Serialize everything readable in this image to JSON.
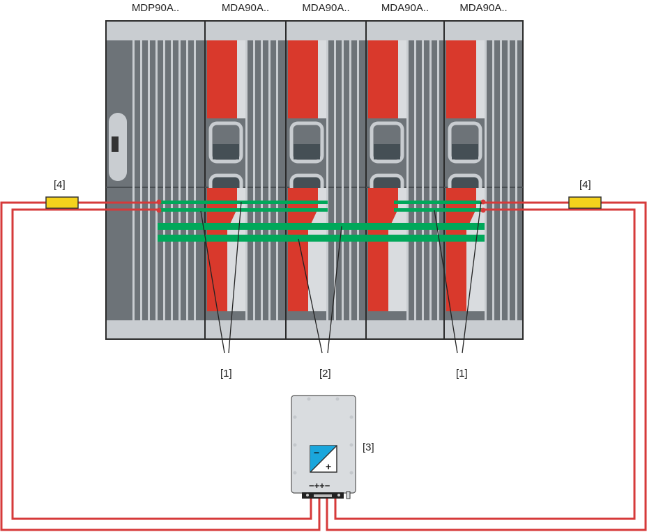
{
  "modules": [
    {
      "name": "MDP90A..",
      "type": "supply"
    },
    {
      "name": "MDA90A..",
      "type": "axis"
    },
    {
      "name": "MDA90A..",
      "type": "axis"
    },
    {
      "name": "MDA90A..",
      "type": "axis"
    },
    {
      "name": "MDA90A..",
      "type": "axis"
    }
  ],
  "callouts": {
    "dc_link_left": "[1]",
    "dc_link_mid": "[2]",
    "dc_link_right": "[1]",
    "power_supply": "[3]",
    "fuse_left": "[4]",
    "fuse_right": "[4]"
  },
  "power_supply": {
    "terminal_marking": "−++−",
    "symbol_minus": "−",
    "symbol_plus": "+"
  },
  "colors": {
    "wire": "#d63a3a",
    "busbar": "#00a85a",
    "fuse": "#f5d21c",
    "module_body": "#6d7378",
    "module_accent": "#d9392c",
    "panel": "#d9dcdf",
    "dc_symbol": "#1aa6dc"
  }
}
